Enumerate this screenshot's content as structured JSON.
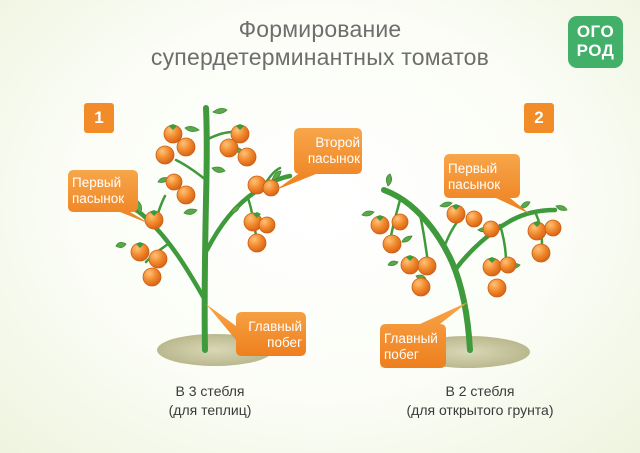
{
  "title": {
    "line1": "Формирование",
    "line2": "супердетерминантных томатов"
  },
  "logo": {
    "line1": "ОГО",
    "line2": "РОД",
    "color": "#43b06a"
  },
  "colors": {
    "callout": "#f28c28",
    "stem": "#3f9a3c",
    "leaf": "#5aa84a",
    "fruit": "#f07c23",
    "ground": "#c8c7a0"
  },
  "panels": [
    {
      "number": "1",
      "labels": {
        "first_shoot": "Первый пасынок",
        "second_shoot": "Второй пасынок",
        "main_shoot": "Главный побег"
      },
      "caption": {
        "line1": "В 3 стебля",
        "line2": "(для теплиц)"
      }
    },
    {
      "number": "2",
      "labels": {
        "first_shoot": "Первый пасынок",
        "main_shoot": "Главный побег"
      },
      "caption": {
        "line1": "В 2 стебля",
        "line2": "(для открытого грунта)"
      }
    }
  ]
}
